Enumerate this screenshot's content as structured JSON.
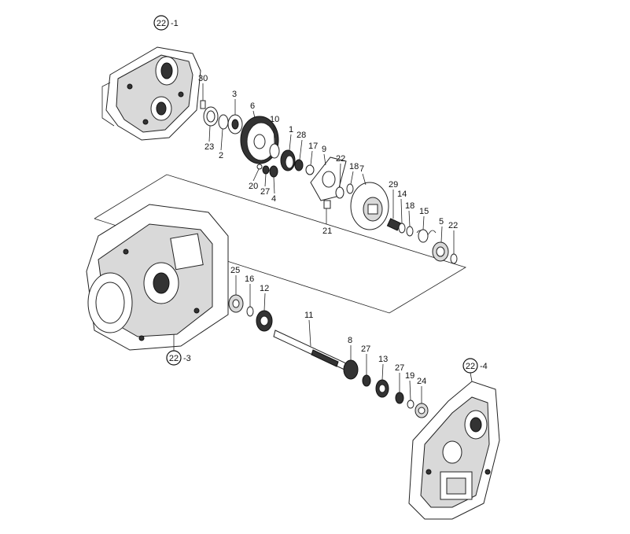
{
  "callouts": {
    "c1": "22",
    "c1_suffix": "-1",
    "c3": "22",
    "c3_suffix": "-3",
    "c4": "22",
    "c4_suffix": "-4"
  },
  "parts": {
    "p30": "30",
    "p3": "3",
    "p6": "6",
    "p10": "10",
    "p1": "1",
    "p28": "28",
    "p17": "17",
    "p9": "9",
    "p22a": "22",
    "p18a": "18",
    "p7": "7",
    "p23": "23",
    "p2": "2",
    "p20": "20",
    "p27a": "27",
    "p4": "4",
    "p21": "21",
    "p29": "29",
    "p14": "14",
    "p18b": "18",
    "p15": "15",
    "p5": "5",
    "p22b": "22",
    "p25": "25",
    "p16": "16",
    "p12": "12",
    "p11": "11",
    "p8": "8",
    "p27b": "27",
    "p13": "13",
    "p27c": "27",
    "p19": "19",
    "p24": "24"
  }
}
